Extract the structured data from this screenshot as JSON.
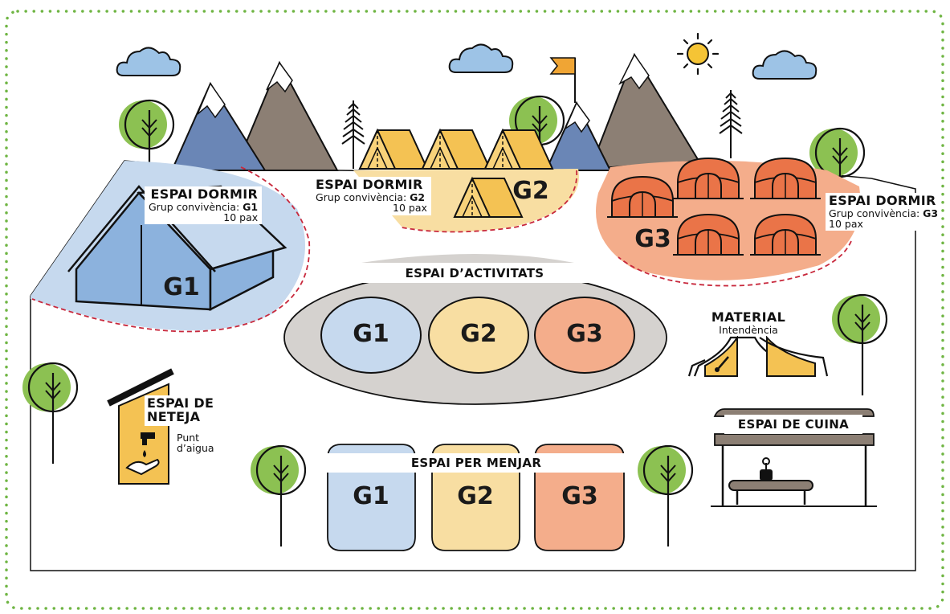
{
  "colors": {
    "g1": "#c6d9ee",
    "g1_dark": "#8cb2dd",
    "g2": "#f8dea2",
    "g2_tent": "#f4c253",
    "g3": "#f4ad8b",
    "g3_tent": "#ea7448",
    "activities": "#d5d2cf",
    "tree_green": "#8cc152",
    "mountain_blue": "#6a86b6",
    "mountain_brown": "#8c7f74",
    "border_dots": "#6fb543",
    "dash_red": "#c8283c",
    "sun": "#f5c435",
    "flag": "#f0a534",
    "cloud": "#9dc3e6"
  },
  "icons": [
    "cloud-icon",
    "sun-icon",
    "flag-icon",
    "tree-icon",
    "pine-tree-icon",
    "mountain-icon",
    "tent-icon",
    "dome-tent-icon",
    "cabin-icon",
    "tap-icon",
    "stove-icon",
    "brush-icon"
  ],
  "sleep_g1": {
    "title": "ESPAI DORMIR",
    "group_prefix": "Grup convivència: ",
    "group": "G1",
    "pax": "10 pax",
    "badge": "G1"
  },
  "sleep_g2": {
    "title": "ESPAI DORMIR",
    "group_prefix": "Grup convivència: ",
    "group": "G2",
    "pax": "10 pax",
    "badge": "G2"
  },
  "sleep_g3": {
    "title": "ESPAI DORMIR",
    "group_prefix": "Grup convivència: ",
    "group": "G3",
    "pax": "10 pax",
    "badge": "G3"
  },
  "activities": {
    "title": "ESPAI D’ACTIVITATS",
    "groups": [
      "G1",
      "G2",
      "G3"
    ]
  },
  "material": {
    "title": "MATERIAL",
    "subtitle": "Intendència"
  },
  "cleaning": {
    "title_line1": "ESPAI DE",
    "title_line2": "NETEJA",
    "sub_line1": "Punt",
    "sub_line2": "d’aigua"
  },
  "kitchen": {
    "title": "ESPAI DE CUINA"
  },
  "eating": {
    "title": "ESPAI PER MENJAR",
    "groups": [
      "G1",
      "G2",
      "G3"
    ]
  }
}
